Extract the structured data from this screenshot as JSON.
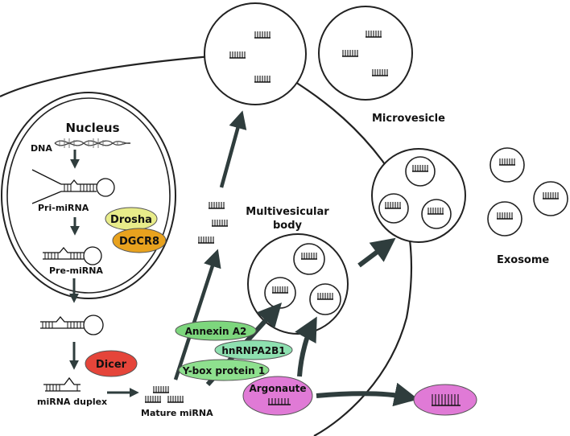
{
  "labels": {
    "nucleus": "Nucleus",
    "dna": "DNA",
    "pri_mirna": "Pri-miRNA",
    "pre_mirna": "Pre-miRNA",
    "mirna_duplex": "miRNA duplex",
    "mature_mirna": "Mature miRNA",
    "microvesicle": "Microvesicle",
    "multivesicular_body_line1": "Multivesicular",
    "multivesicular_body_line2": "body",
    "exosome": "Exosome"
  },
  "proteins": {
    "drosha": "Drosha",
    "dgcr8": "DGCR8",
    "dicer": "Dicer",
    "annexin_a2": "Annexin A2",
    "hnrnpa2b1": "hnRNPA2B1",
    "ybox": "Y-box protein 1",
    "argonaute": "Argonaute"
  },
  "colors": {
    "drosha": "#e8ec8a",
    "dgcr8": "#e8a21e",
    "dicer": "#e5453a",
    "annexin": "#7dd67d",
    "hnrnp": "#8ee0b0",
    "ybox": "#8ee08e",
    "argonaute": "#e07ad6",
    "arrow": "#2f3d3d"
  }
}
